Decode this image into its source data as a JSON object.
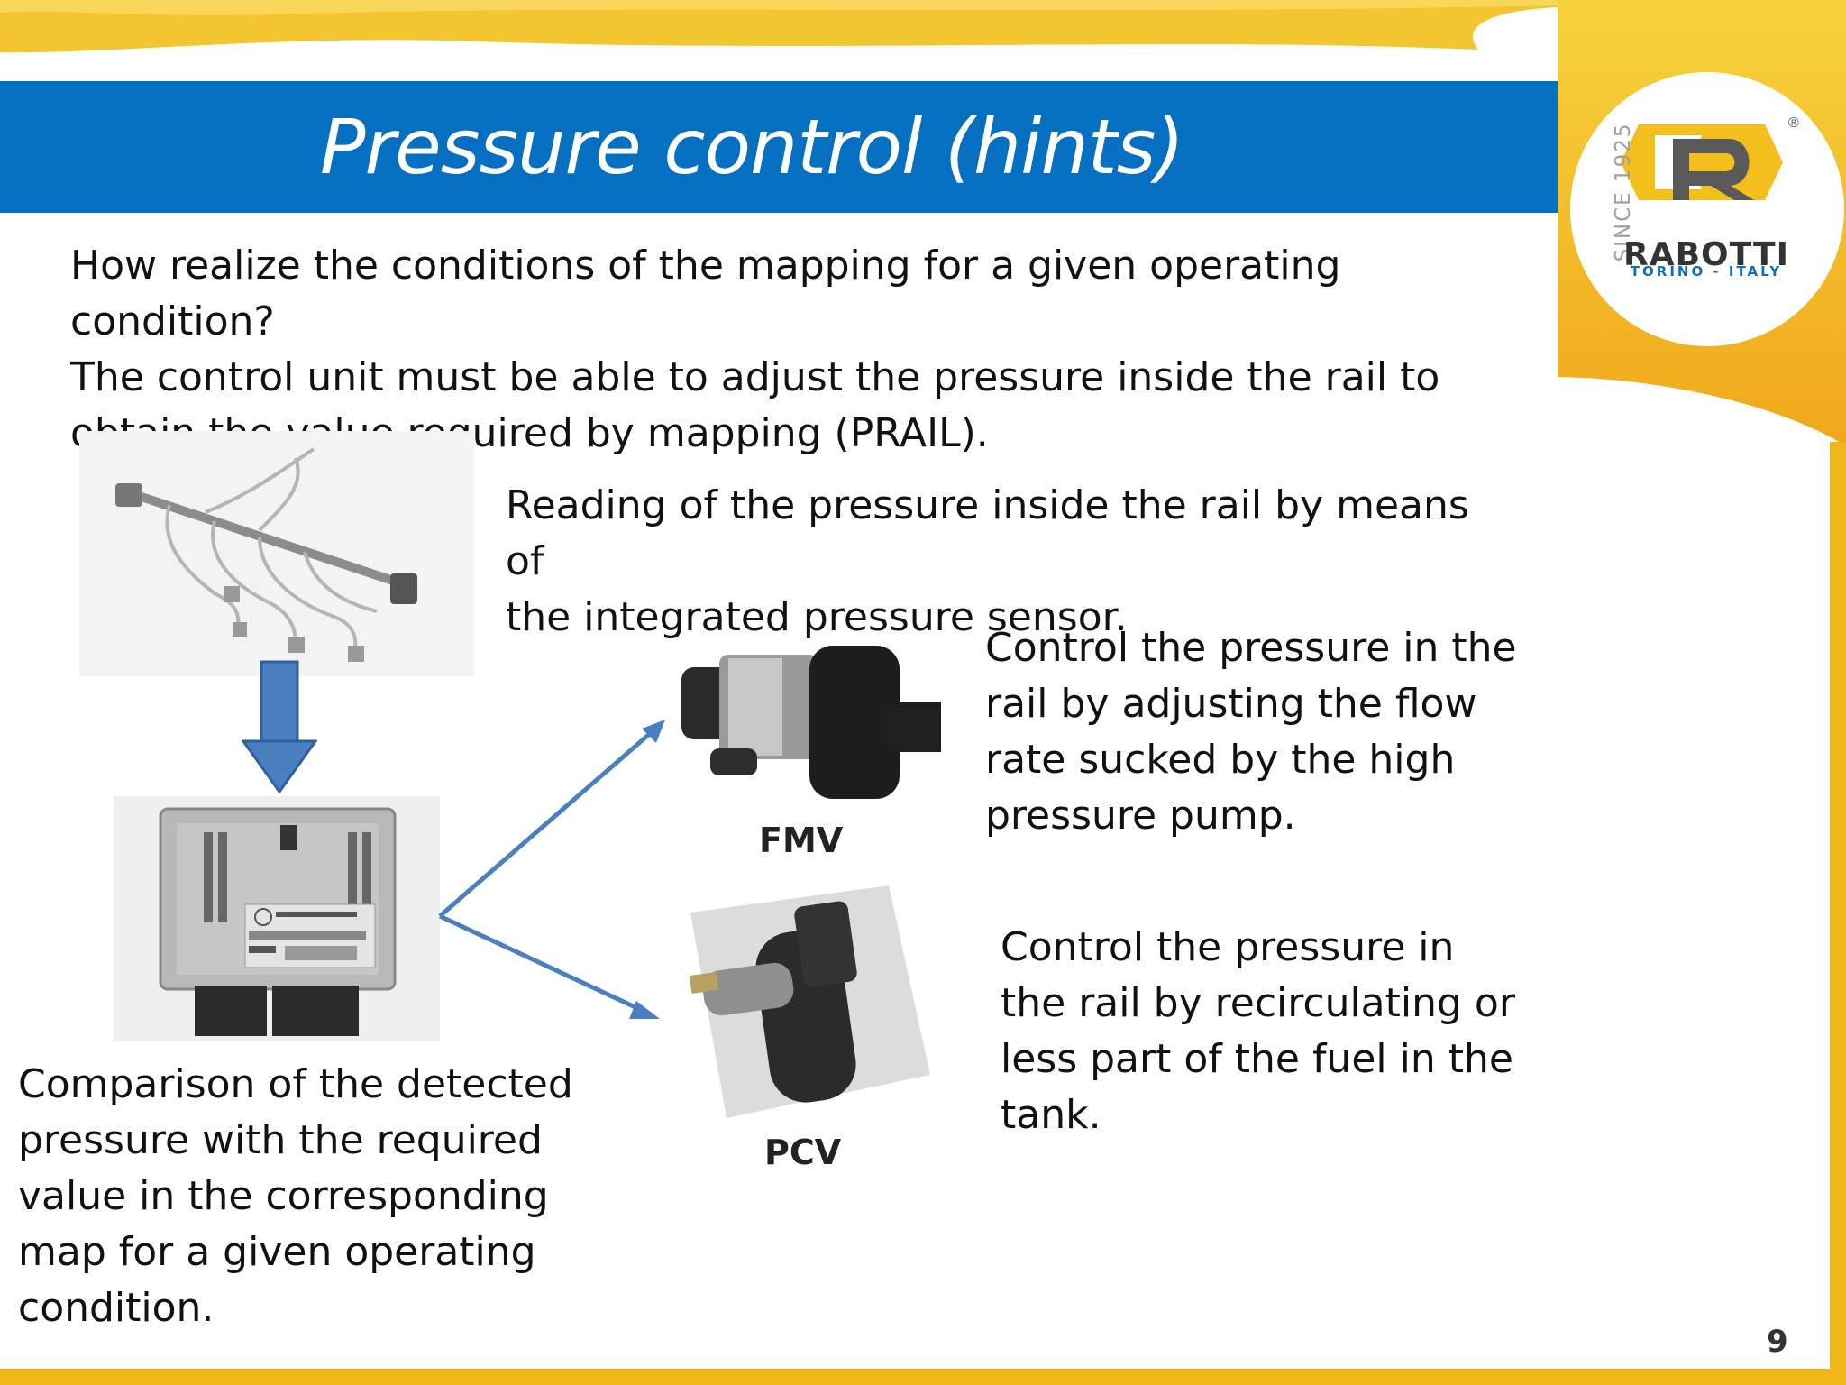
{
  "slide": {
    "title": "Pressure control (hints)",
    "intro": "How realize the conditions of the mapping for a given operating condition?\nThe control unit must be able to adjust the pressure inside the rail to\nobtain the value required by mapping (PRAIL).",
    "rail_text": "Reading of the pressure inside the rail by means of\nthe integrated pressure sensor.",
    "fmv_text": "Control the pressure in the\nrail by adjusting the flow\nrate sucked by the high\npressure pump.",
    "pcv_text": "Control the pressure in\nthe rail by recirculating or\nless part of the fuel in the\ntank.",
    "ecu_text": "Comparison of the detected\npressure with the required\nvalue in the corresponding\nmap for a given operating\ncondition.",
    "fmv_label": "FMV",
    "pcv_label": "PCV",
    "page_number": "9"
  },
  "logo": {
    "brand": "RABOTTI",
    "location": "TORINO - ITALY",
    "since": "SINCE 1925",
    "registered": "®"
  },
  "colors": {
    "title_band": "#0570c1",
    "accent_yellow": "#f0b617",
    "arrow_blue": "#4a7fc0"
  }
}
